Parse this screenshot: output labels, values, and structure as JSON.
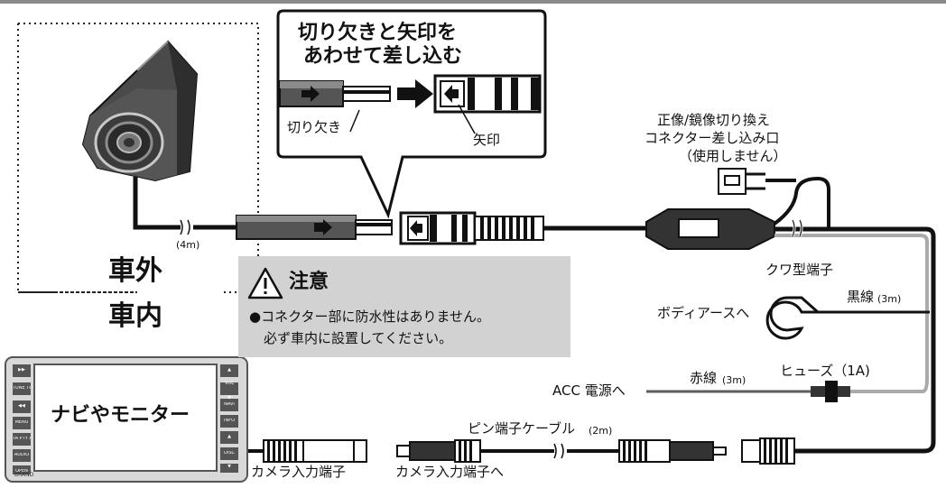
{
  "callout": {
    "title_line1": "切り欠きと矢印を",
    "title_line2": "あわせて差し込む",
    "notch_label": "切り欠き",
    "arrow_label": "矢印"
  },
  "camera": {
    "outside_label": "車外",
    "inside_label": "車内",
    "cable_length": "(4m)"
  },
  "caution": {
    "title": "注意",
    "line1": "●コネクター部に防水性はありません。",
    "line2": "必ず車内に設置してください。"
  },
  "mirror_switch": {
    "line1": "正像/鏡像切り換え",
    "line2": "コネクター差し込み口",
    "line3": "（使用しません）"
  },
  "ground": {
    "terminal_label": "クワ型端子",
    "body_label": "ボディアースへ",
    "wire_label": "黒線",
    "wire_length": "(3m)"
  },
  "power": {
    "acc_label": "ACC 電源へ",
    "wire_label": "赤線",
    "wire_length": "(3m)",
    "fuse_label": "ヒューズ（1A)"
  },
  "pin_cable": {
    "label": "ピン端子ケーブル",
    "length": "(2m)",
    "to_input_label": "カメラ入力端子へ"
  },
  "navi": {
    "screen_label": "ナビやモニター",
    "input_label": "カメラ入力端子",
    "left_buttons": [
      "▶▶",
      "TUNE TRACK",
      "◀◀",
      "MENU",
      "TA PTY AF",
      "AUDIO",
      "OPEN"
    ],
    "right_buttons": [
      "▲",
      "VOL",
      "▼",
      "NAVI",
      "INFO",
      "▲",
      "DISC",
      "▼"
    ],
    "brand": "BRAND"
  }
}
